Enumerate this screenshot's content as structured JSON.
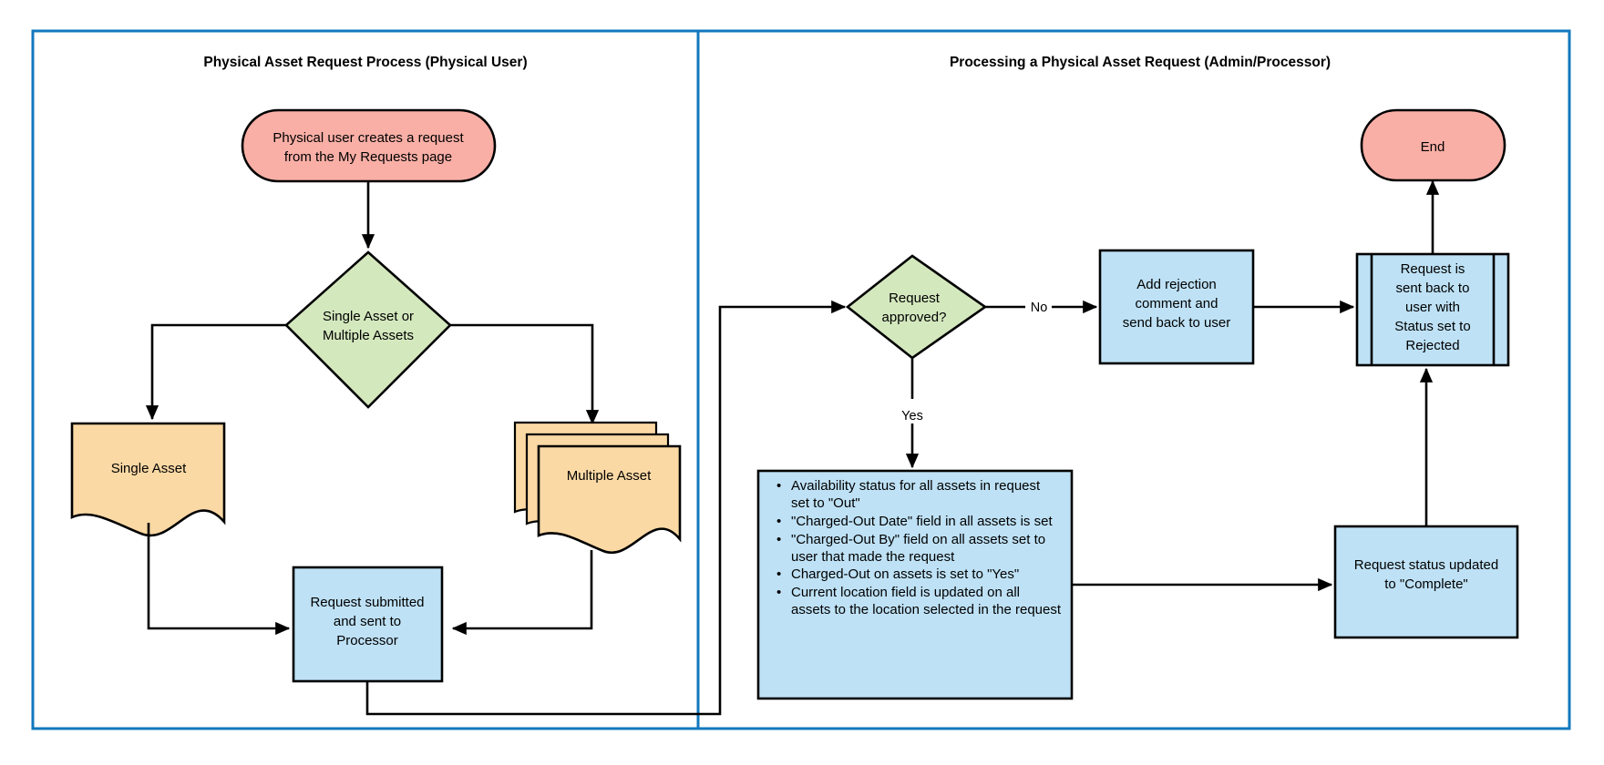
{
  "diagram": {
    "type": "flowchart",
    "panels": [
      {
        "id": "left-panel",
        "title": "Physical Asset Request Process (Physical User)"
      },
      {
        "id": "right-panel",
        "title": "Processing a Physical Asset Request (Admin/Processor)"
      }
    ],
    "colors": {
      "frame_border": "#1278BE",
      "terminator_fill": "#F9AFA6",
      "decision_fill": "#D4E8BE",
      "document_fill": "#FBD9A5",
      "process_fill": "#BEE1F5",
      "shape_stroke": "#000000"
    },
    "nodes": {
      "start_terminator": {
        "shape": "terminator",
        "line1": "Physical user creates a request",
        "line2": "from the My Requests page"
      },
      "asset_count_decision": {
        "shape": "decision",
        "line1": "Single Asset or",
        "line2": "Multiple Assets"
      },
      "single_asset_doc": {
        "shape": "document",
        "label": "Single Asset"
      },
      "multiple_asset_doc": {
        "shape": "multi-document",
        "label": "Multiple Asset"
      },
      "request_submitted": {
        "shape": "process",
        "line1": "Request submitted",
        "line2": "and sent to",
        "line3": "Processor"
      },
      "request_approved_decision": {
        "shape": "decision",
        "line1": "Request",
        "line2": "approved?"
      },
      "add_rejection_comment": {
        "shape": "process",
        "line1": "Add rejection",
        "line2": "comment and",
        "line3": "send back to user"
      },
      "request_sent_back": {
        "shape": "predefined-process",
        "line1": "Request is",
        "line2": "sent back to",
        "line3": "user with",
        "line4": "Status set to",
        "line5": "Rejected"
      },
      "end_terminator": {
        "shape": "terminator",
        "label": "End"
      },
      "asset_updates": {
        "shape": "process",
        "bullets": [
          "Availability status for all assets in request set to \"Out\"",
          "\"Charged-Out Date\" field in all assets is set",
          "\"Charged-Out By\" field on all assets set to user that made the request",
          "Charged-Out on assets is set to \"Yes\"",
          "Current location field is updated on all assets to the location selected in the request"
        ]
      },
      "request_status_complete": {
        "shape": "process",
        "line1": "Request status updated",
        "line2": "to \"Complete\""
      }
    },
    "edge_labels": {
      "no": "No",
      "yes": "Yes"
    }
  }
}
